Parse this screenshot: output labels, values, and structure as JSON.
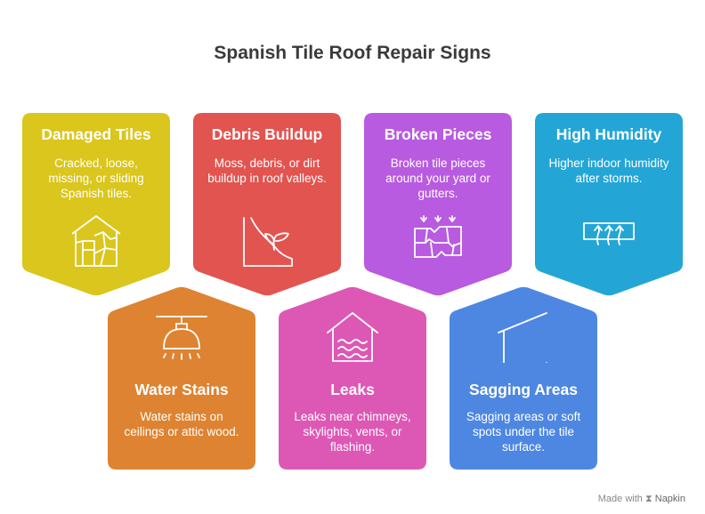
{
  "title": "Spanish Tile Roof Repair Signs",
  "colors": {
    "damaged": "#DAC61D",
    "debris": "#E25450",
    "broken": "#B85BE0",
    "humidity": "#23A6D6",
    "water": "#DE8331",
    "leaks": "#DD58B4",
    "sagging": "#4E87E2"
  },
  "cards": {
    "damaged_tiles": {
      "heading": "Damaged Tiles",
      "desc": "Cracked, loose, missing, or sliding Spanish tiles.",
      "icon": "house-grid-icon"
    },
    "debris_buildup": {
      "heading": "Debris Buildup",
      "desc": "Moss, debris, or dirt buildup in roof valleys.",
      "icon": "plant-slope-icon"
    },
    "broken_pieces": {
      "heading": "Broken Pieces",
      "desc": "Broken tile pieces around your yard or gutters.",
      "icon": "broken-brick-icon"
    },
    "high_humidity": {
      "heading": "High Humidity",
      "desc": "Higher indoor humidity after storms.",
      "icon": "vent-arrows-icon"
    },
    "water_stains": {
      "heading": "Water Stains",
      "desc": "Water stains on ceilings or attic wood.",
      "icon": "shower-icon"
    },
    "leaks": {
      "heading": "Leaks",
      "desc": "Leaks near chimneys, skylights, vents, or flashing.",
      "icon": "house-water-icon"
    },
    "sagging_areas": {
      "heading": "Sagging Areas",
      "desc": "Sagging areas or soft spots under the tile surface.",
      "icon": "sagging-roof-icon"
    }
  },
  "footer": {
    "made_with": "Made with",
    "brand": "Napkin"
  }
}
